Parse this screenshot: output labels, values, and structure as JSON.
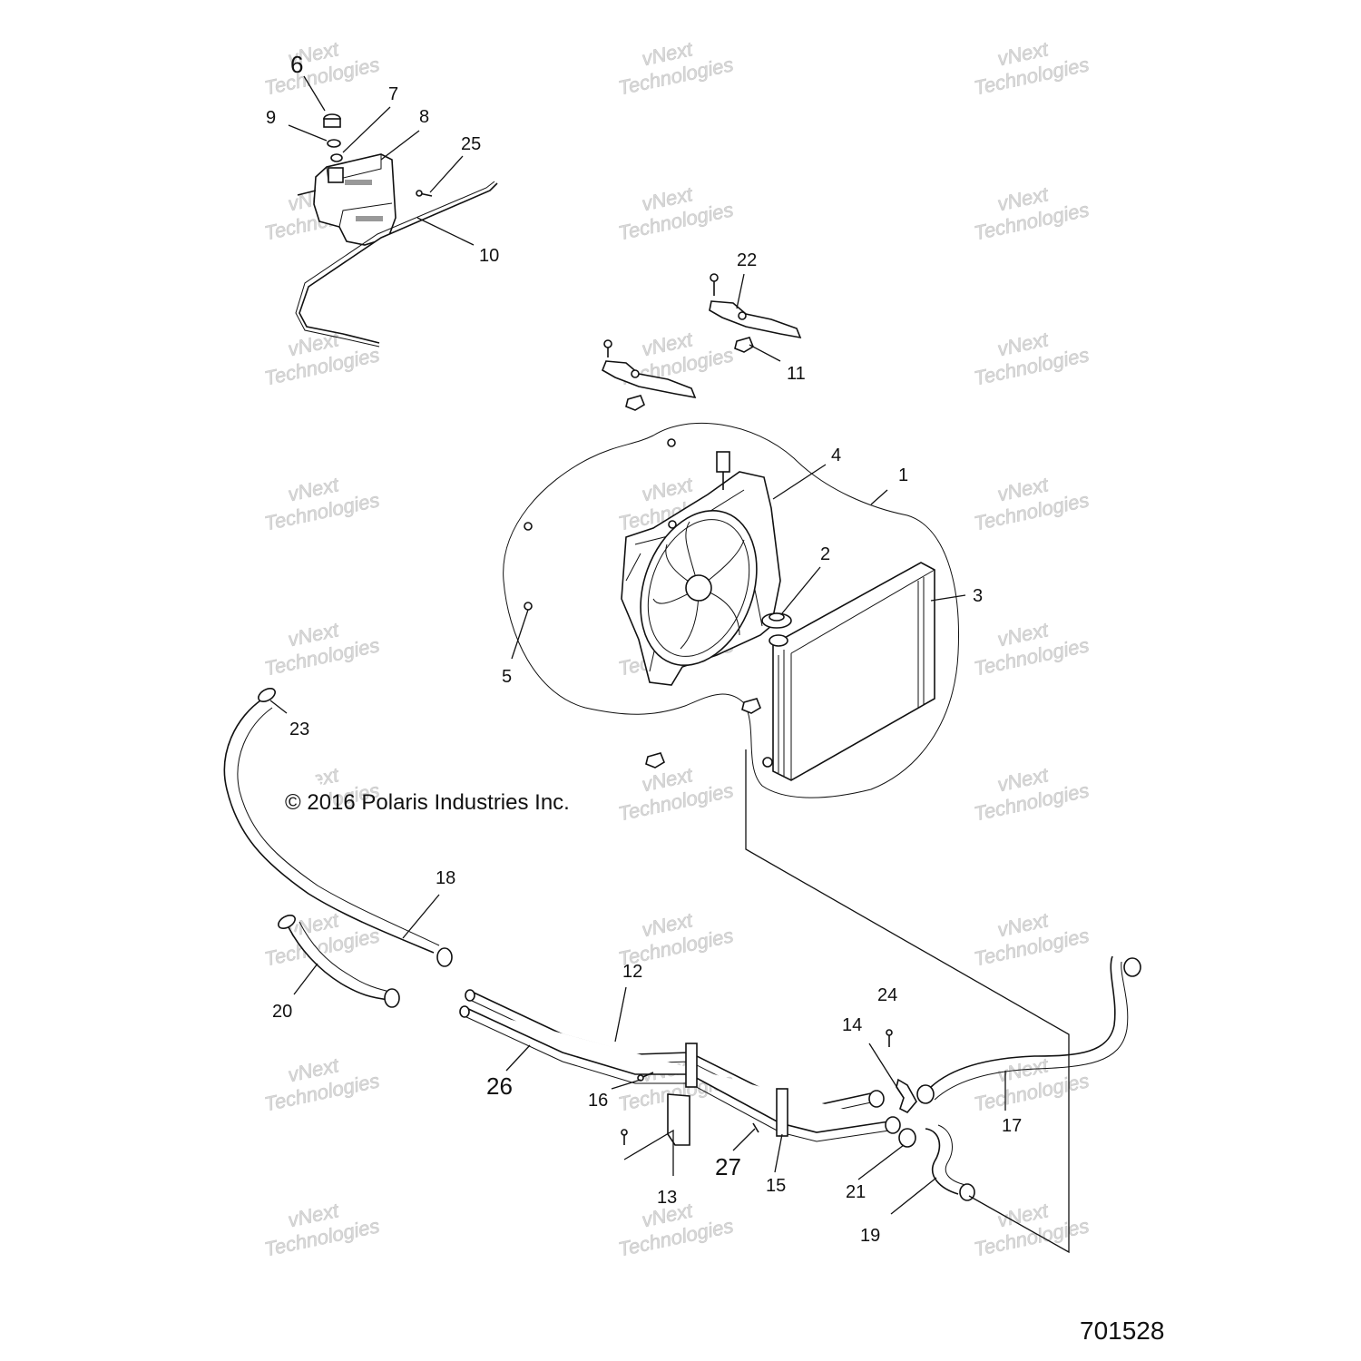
{
  "watermark": {
    "line1": "vNext",
    "line2": "Technologies"
  },
  "copyright": "© 2016 Polaris Industries Inc.",
  "diagram_id": "701528",
  "callouts": [
    "1",
    "2",
    "3",
    "4",
    "5",
    "6",
    "7",
    "8",
    "9",
    "10",
    "11",
    "12",
    "13",
    "14",
    "15",
    "16",
    "17",
    "18",
    "19",
    "20",
    "21",
    "22",
    "23",
    "24",
    "25",
    "26",
    "27"
  ]
}
